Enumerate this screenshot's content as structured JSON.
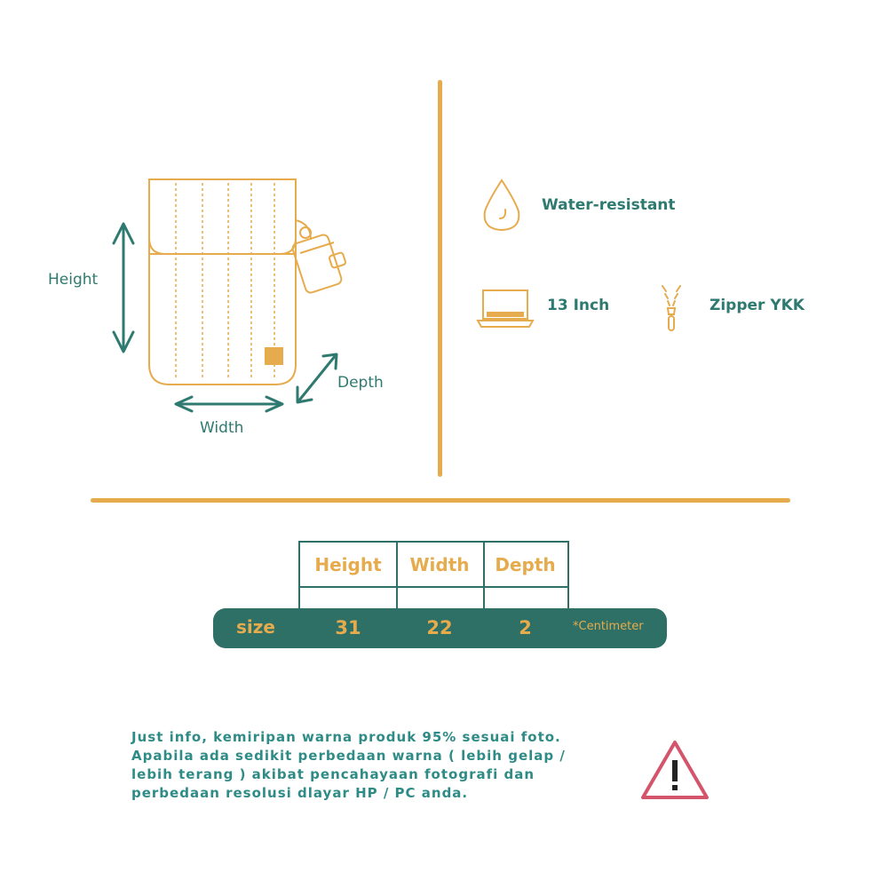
{
  "diagram": {
    "height_label": "Height",
    "width_label": "Width",
    "depth_label": "Depth"
  },
  "features": {
    "water": "Water-resistant",
    "laptop": "13 Inch",
    "zipper": "Zipper YKK"
  },
  "size_table": {
    "headers": [
      "Height",
      "Width",
      "Depth"
    ],
    "row_label": "size",
    "values": [
      "31",
      "22",
      "2"
    ],
    "unit_note": "*Centimeter"
  },
  "note": {
    "lines": [
      "Just info, kemiripan warna produk 95% sesuai foto.",
      "Apabila ada sedikit perbedaan warna ( lebih gelap /",
      "lebih terang ) akibat pencahayaan fotografi dan",
      "perbedaan resolusi dlayar HP / PC anda."
    ]
  },
  "colors": {
    "accent": "#e6ab4c",
    "primary": "#2f7066",
    "warning": "#d4546c"
  }
}
